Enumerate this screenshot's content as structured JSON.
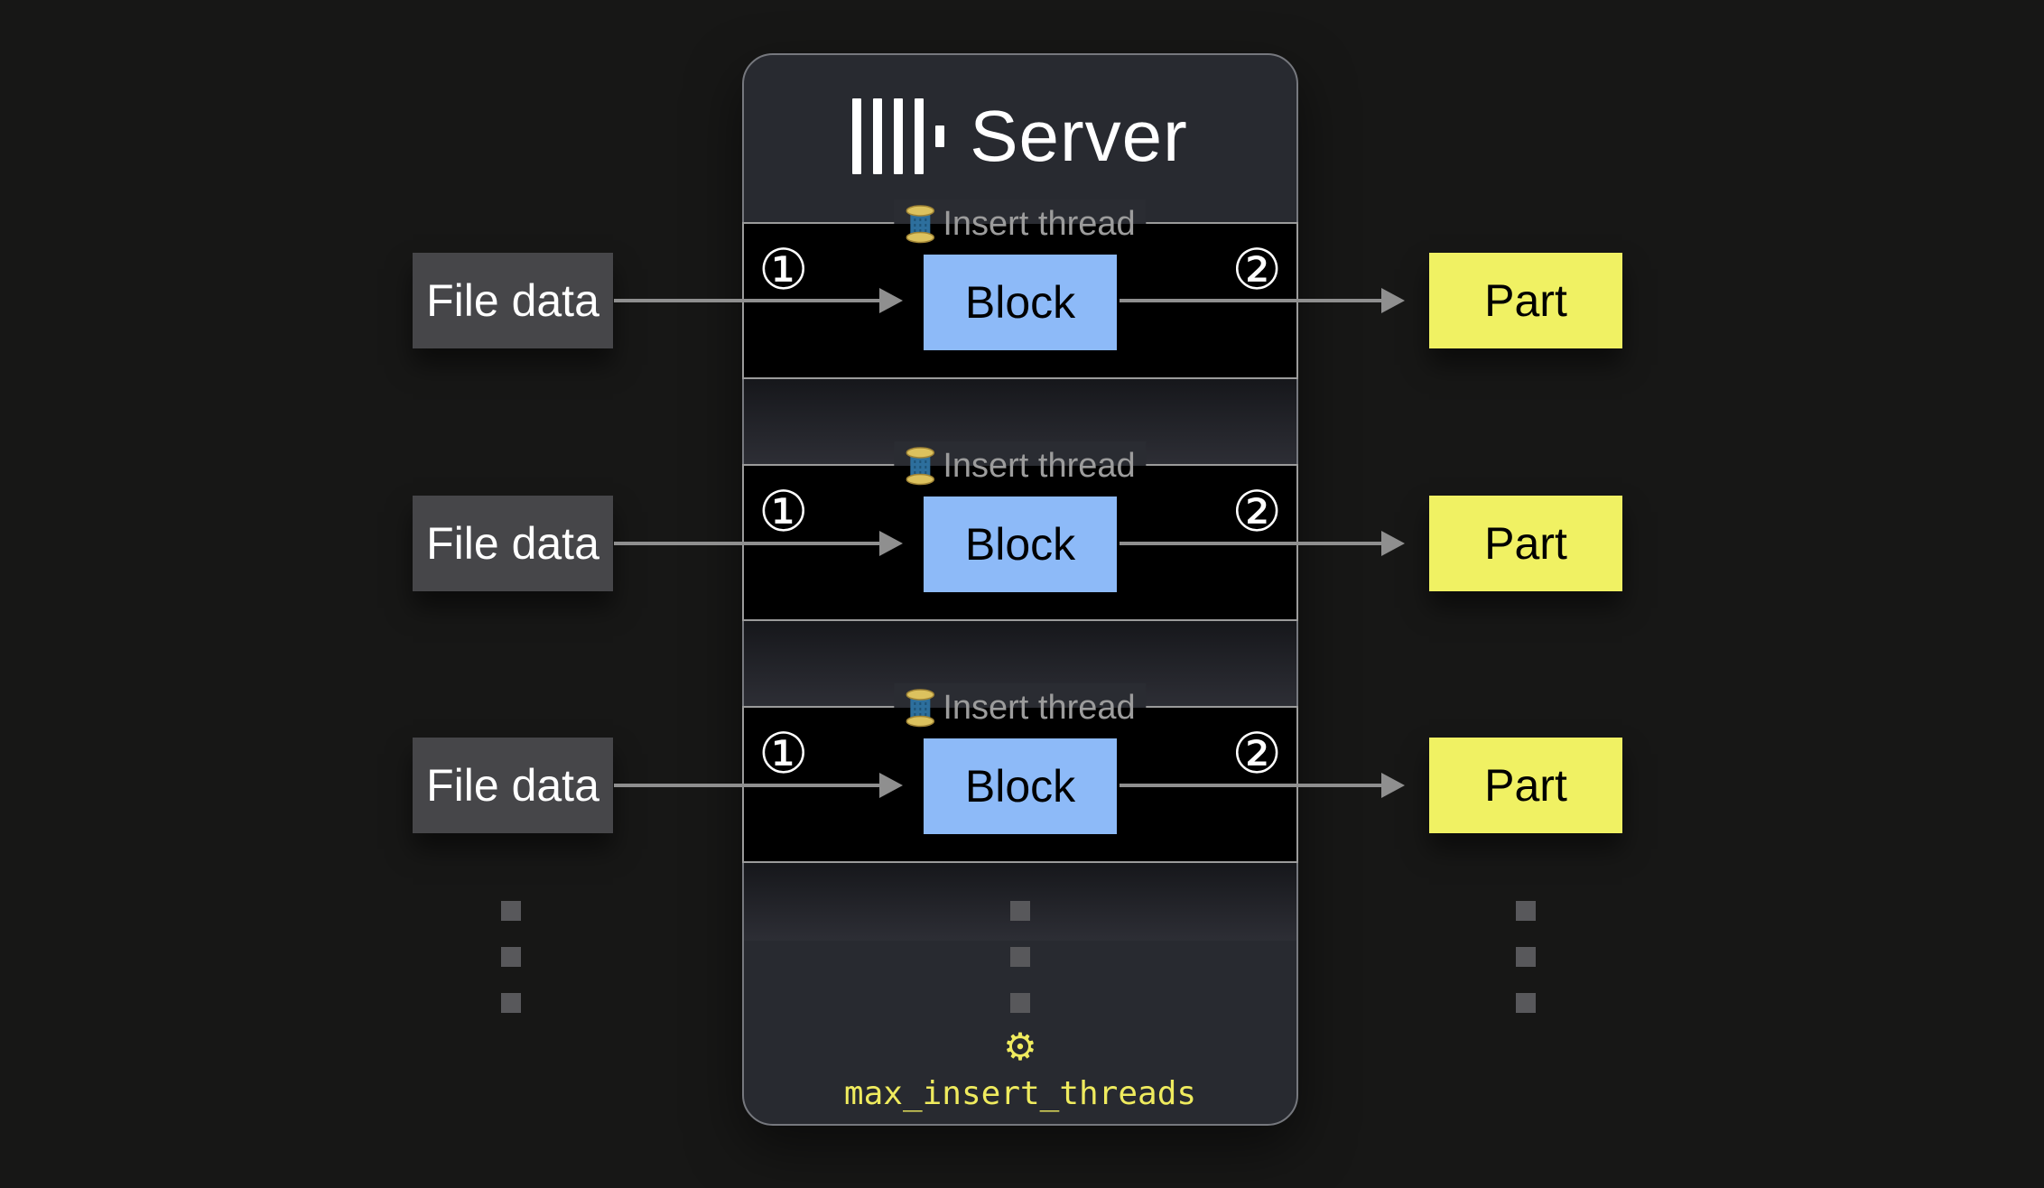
{
  "server": {
    "title": "Server",
    "threads": [
      {
        "label": "Insert thread",
        "step_in": "①",
        "block_label": "Block",
        "step_out": "②"
      },
      {
        "label": "Insert thread",
        "step_in": "①",
        "block_label": "Block",
        "step_out": "②"
      },
      {
        "label": "Insert thread",
        "step_in": "①",
        "block_label": "Block",
        "step_out": "②"
      }
    ],
    "gear_icon": "⚙",
    "setting_label": "max_insert_threads"
  },
  "inputs": [
    {
      "label": "File data"
    },
    {
      "label": "File data"
    },
    {
      "label": "File data"
    }
  ],
  "outputs": [
    {
      "label": "Part"
    },
    {
      "label": "Part"
    },
    {
      "label": "Part"
    }
  ],
  "colors": {
    "page_bg": "#171716",
    "server_bg": "#282a30",
    "server_border": "#76787e",
    "row_bg": "#000000",
    "row_border": "#9b9b9b",
    "label_gray": "#9c9c9c",
    "step_white": "#ffffff",
    "block_fill": "#8dbaf8",
    "part_fill": "#f0f163",
    "file_fill": "#464649",
    "file_text": "#ffffff",
    "arrow": "#8f8f8f",
    "dot": "#58585b",
    "accent_yellow": "#efeb5e"
  }
}
